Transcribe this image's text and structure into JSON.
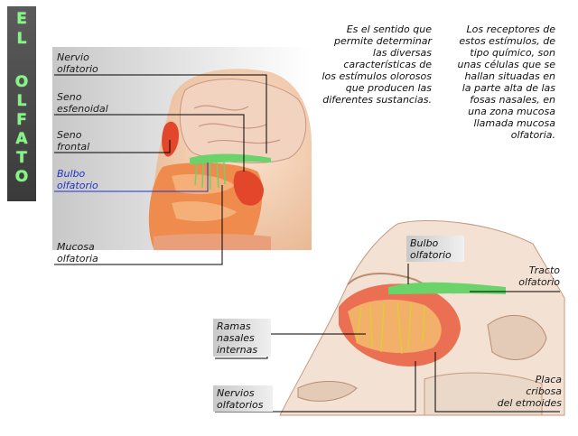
{
  "title_letters": [
    "E",
    "L",
    "O",
    "L",
    "F",
    "A",
    "T",
    "O"
  ],
  "labels": {
    "nervio_olfatorio": [
      "Nervio",
      "olfatorio"
    ],
    "seno_esfenoidal": [
      "Seno",
      "esfenoidal"
    ],
    "seno_frontal": [
      "Seno",
      "frontal"
    ],
    "bulbo_olfatorio_1": [
      "Bulbo",
      "olfatorio"
    ],
    "mucosa_olfatoria": [
      "Mucosa",
      "olfatoria"
    ],
    "bulbo_olfatorio_2": [
      "Bulbo",
      "olfatorio"
    ],
    "tracto_olfatorio": [
      "Tracto",
      "olfatorio"
    ],
    "ramas_nasales": [
      "Ramas",
      "nasales",
      "internas"
    ],
    "nervios_olfatorios": [
      "Nervios",
      "olfatorios"
    ],
    "placa_cribosa": [
      "Placa",
      "cribosa",
      "del etmoides"
    ]
  },
  "paragraphs": {
    "left": [
      "Es el sentido que",
      "permite determinar",
      "las diversas",
      "características de",
      "los estímulos olorosos",
      "que producen las",
      "diferentes sustancias."
    ],
    "right": [
      "Los receptores de",
      "estos estímulos, de",
      "tipo químico, son",
      "unas células que se",
      "hallan situadas en",
      "la parte alta de las",
      "fosas nasales, en",
      "una zona mucosa",
      "llamada mucosa",
      "olfatoria."
    ]
  },
  "colors": {
    "title_bg": "#4a4a4a",
    "title_text": "#7cfc7c",
    "blue_label": "#1f33c8",
    "tissue": "#f3a06a",
    "nerve": "#6ad46a"
  }
}
